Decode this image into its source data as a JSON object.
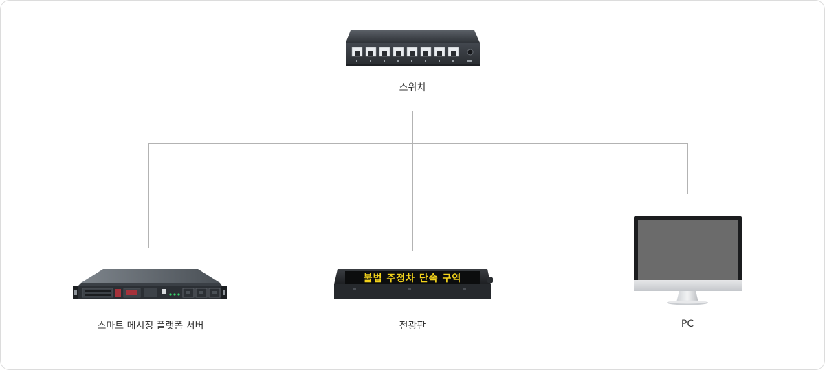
{
  "nodes": {
    "switch": {
      "label": "스위치"
    },
    "server": {
      "label": "스마트 메시징 플랫폼 서버"
    },
    "sign": {
      "label": "전광판",
      "display_text": "불법 주정차 단속 구역"
    },
    "pc": {
      "label": "PC"
    }
  },
  "colors": {
    "connector": "#b3b3b3",
    "sign_text": "#f2d21b",
    "monitor_screen": "#6b6b6b"
  }
}
